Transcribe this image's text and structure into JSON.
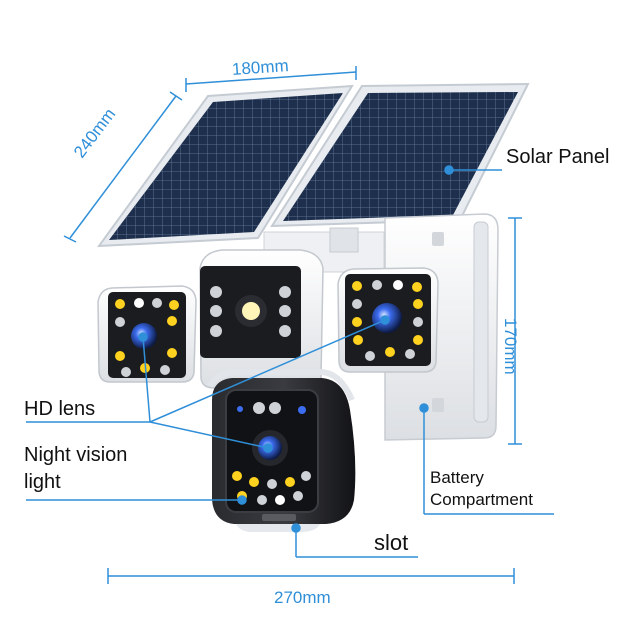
{
  "dimensions": {
    "top_width": "180mm",
    "panel_height": "240mm",
    "body_height": "170mm",
    "bottom_width": "270mm"
  },
  "callouts": {
    "solar_panel": "Solar Panel",
    "hd_lens": "HD lens",
    "night_vision_line1": "Night vision",
    "night_vision_line2": "light",
    "battery_line1": "Battery",
    "battery_line2": "Compartment",
    "slot": "slot"
  },
  "colors": {
    "dimension_line": "#2f8fd8",
    "panel_cell": "#1d2f4c",
    "panel_frame": "#e8ecf0",
    "housing": "#f1f2f4",
    "camera_face": "#1b1c20",
    "led_yellow": "#ffd21f",
    "lens_blue": "#3c6df0"
  }
}
